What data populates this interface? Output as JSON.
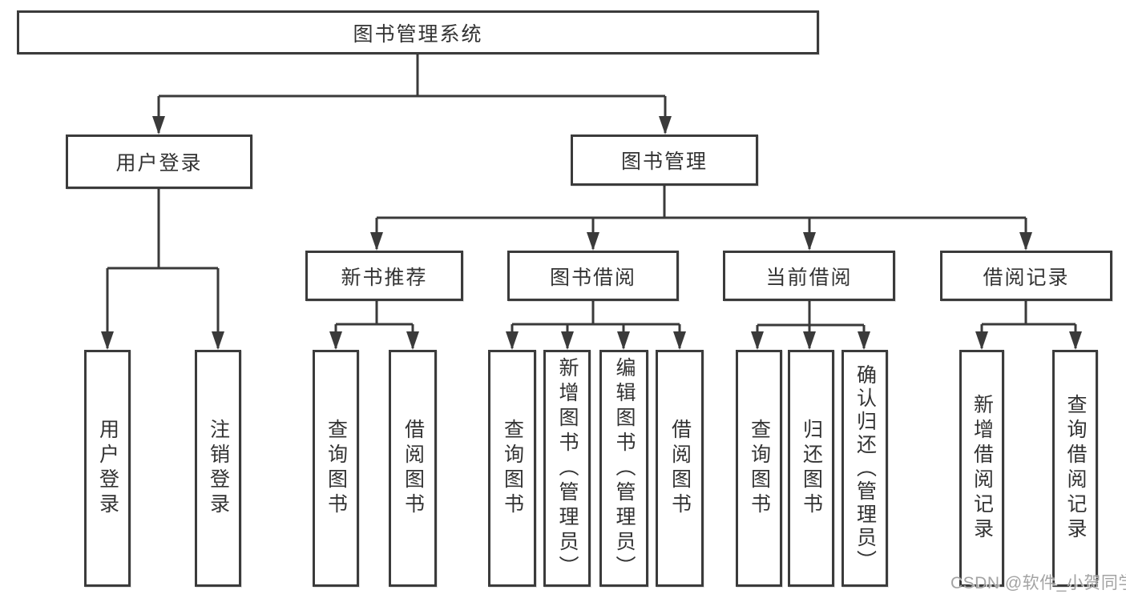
{
  "diagram": {
    "type": "org-tree",
    "title": "图书管理系统",
    "watermark": "CSDN @软件_小贺同学",
    "colors": {
      "background": "#ffffff",
      "line": "#3a3a3a",
      "box_border": "#3b3b3b",
      "text": "#333333",
      "watermark_text": "#a3a3a3"
    },
    "tree": {
      "label": "图书管理系统",
      "children": [
        {
          "label": "用户登录",
          "children": [
            {
              "label": "用户登录"
            },
            {
              "label": "注销登录"
            }
          ]
        },
        {
          "label": "图书管理",
          "children": [
            {
              "label": "新书推荐",
              "children": [
                {
                  "label": "查询图书"
                },
                {
                  "label": "借阅图书"
                }
              ]
            },
            {
              "label": "图书借阅",
              "children": [
                {
                  "label": "查询图书"
                },
                {
                  "label": "新增图书（管理员）"
                },
                {
                  "label": "编辑图书（管理员）"
                },
                {
                  "label": "借阅图书"
                }
              ]
            },
            {
              "label": "当前借阅",
              "children": [
                {
                  "label": "查询图书"
                },
                {
                  "label": "归还图书"
                },
                {
                  "label": "确认归还（管理员）"
                }
              ]
            },
            {
              "label": "借阅记录",
              "children": [
                {
                  "label": "新增借阅记录"
                },
                {
                  "label": "查询借阅记录"
                }
              ]
            }
          ]
        }
      ]
    }
  }
}
